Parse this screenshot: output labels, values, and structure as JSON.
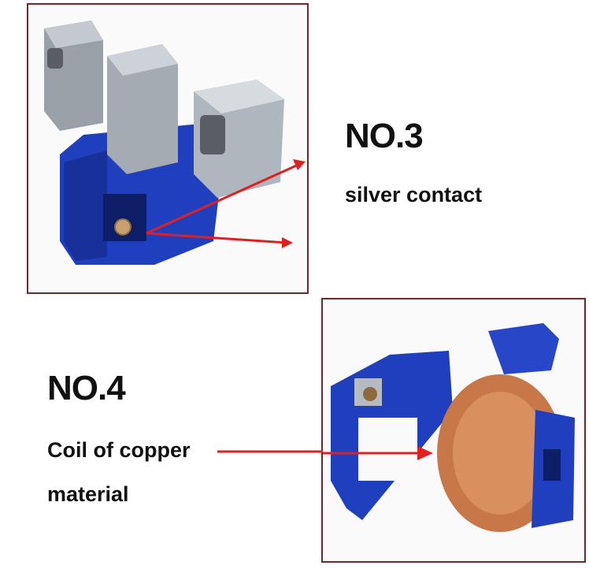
{
  "captions": {
    "top_number": "NO.3",
    "top_description": "silver contact",
    "bottom_number": "NO.4",
    "bottom_description_line1": "Coil of copper",
    "bottom_description_line2": "material"
  },
  "colors": {
    "frame_border": "#6b2a2a",
    "arrow": "#e02020",
    "bobbin_blue": "#1f3fbf",
    "steel_grey": "#9aa0a8",
    "copper": "#c87848"
  }
}
